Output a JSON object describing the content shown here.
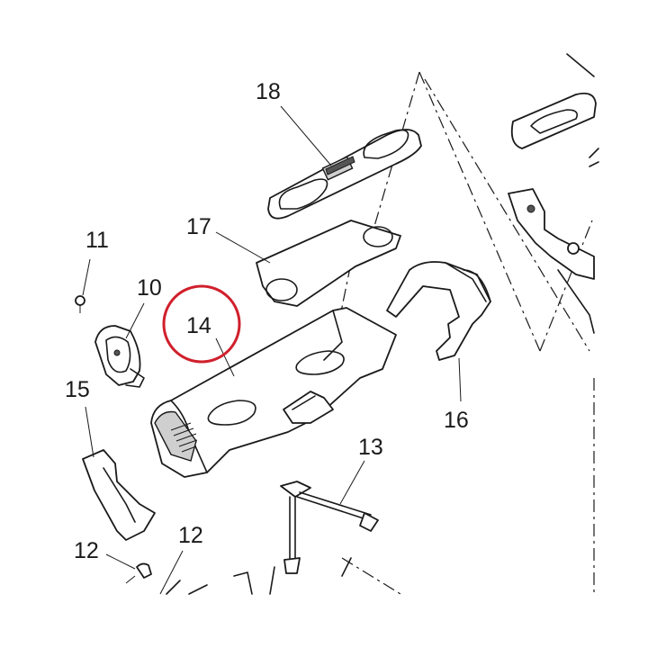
{
  "diagram": {
    "highlight_color": "#d0202c",
    "highlighted_label": "14",
    "callouts": {
      "c18": "18",
      "c17": "17",
      "c11": "11",
      "c10": "10",
      "c14": "14",
      "c15": "15",
      "c16": "16",
      "c13": "13",
      "c12a": "12",
      "c12b": "12"
    }
  }
}
